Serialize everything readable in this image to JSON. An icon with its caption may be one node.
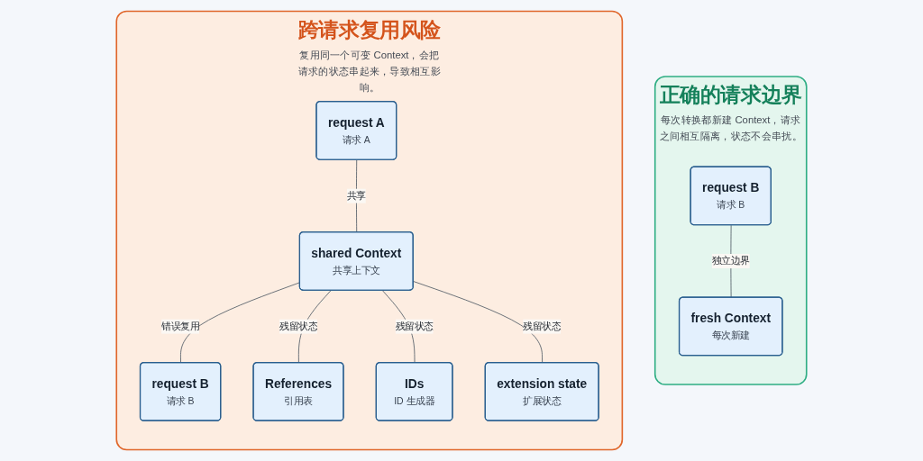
{
  "diagram": {
    "nodes": [
      {
        "text": [
          "跨请求复用风险",
          "复用同一个可变 Context，会把请求的状态串起来，导致相互影响。"
        ]
      },
      {
        "text": [
          "request A",
          "请求 A"
        ],
        "in": 0
      },
      {
        "text": [
          "shared Context",
          "共享上下文"
        ],
        "in": 0
      },
      {
        "text": [
          "request B",
          "请求 B"
        ],
        "in": 0
      },
      {
        "text": [
          "References",
          "引用表"
        ],
        "in": 0
      },
      {
        "text": [
          "IDs",
          "ID 生成器"
        ],
        "in": 0
      },
      {
        "text": [
          "extension state",
          "扩展状态"
        ],
        "in": 0
      },
      {
        "text": [
          "正确的请求边界",
          "每次转换都新建 Context，请求之间相互隔离，状态不会串扰。"
        ]
      },
      {
        "text": [
          "request B",
          "请求 B"
        ],
        "in": 7
      },
      {
        "text": [
          "fresh Context",
          "每次新建"
        ],
        "in": 7
      }
    ],
    "edges": [
      {
        "from": 1,
        "to": 2,
        "arrow": "none",
        "label": "共享"
      },
      {
        "from": 2,
        "to": 3,
        "arrow": "none",
        "label": "错误复用"
      },
      {
        "from": 2,
        "to": 4,
        "arrow": "none",
        "label": "残留状态"
      },
      {
        "from": 2,
        "to": 5,
        "arrow": "none",
        "label": "残留状态"
      },
      {
        "from": 2,
        "to": 6,
        "arrow": "none",
        "label": "残留状态"
      },
      {
        "from": 8,
        "to": 9,
        "arrow": "none",
        "label": "独立边界"
      }
    ]
  }
}
